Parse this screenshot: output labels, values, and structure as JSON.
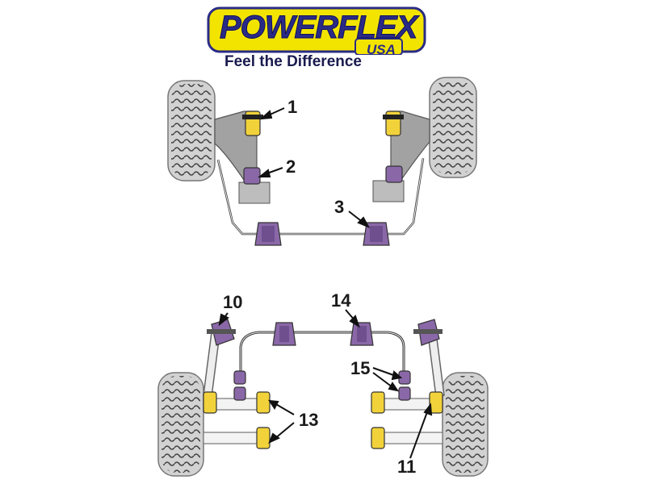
{
  "logo": {
    "brand": "POWERFLEX",
    "region": "USA",
    "tagline": "Feel the Difference"
  },
  "callouts": {
    "n1": "1",
    "n2": "2",
    "n3": "3",
    "n10": "10",
    "n11": "11",
    "n13": "13",
    "n14": "14",
    "n15": "15"
  },
  "colors": {
    "brand_yellow": "#f3e400",
    "brand_navy": "#2a2b86",
    "bush_purple": "#8a68a8",
    "bush_yellow": "#f2d23a",
    "tyre": "#cfcfcf",
    "arm_grey": "#9a9a9a"
  }
}
